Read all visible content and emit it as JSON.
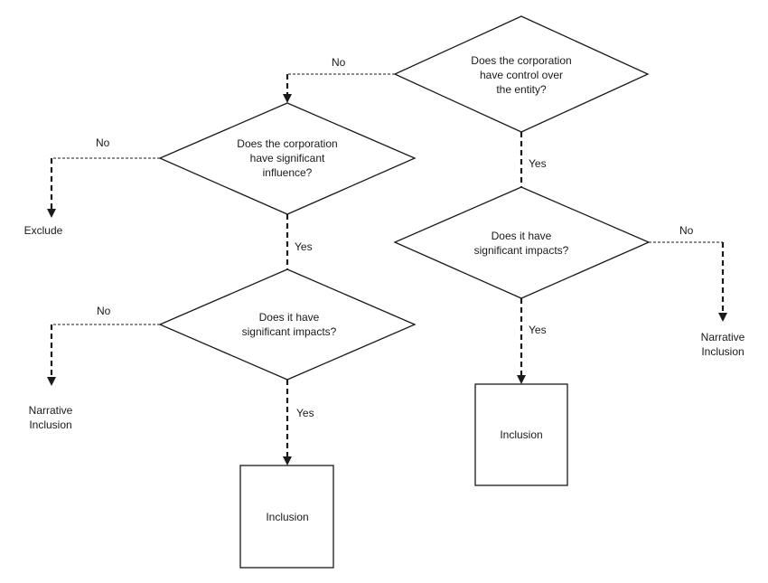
{
  "decisions": {
    "control": [
      "Does the corporation",
      "have control over",
      "the entity?"
    ],
    "influence": [
      "Does the corporation",
      "have significant",
      "influence?"
    ],
    "impacts_left": [
      "Does it have",
      "significant impacts?"
    ],
    "impacts_right": [
      "Does it have",
      "significant impacts?"
    ]
  },
  "outcomes": {
    "exclude": "Exclude",
    "narrative_left": [
      "Narrative",
      "Inclusion"
    ],
    "narrative_right": [
      "Narrative",
      "Inclusion"
    ],
    "inclusion_left": "Inclusion",
    "inclusion_right": "Inclusion"
  },
  "edge_labels": {
    "control_no": "No",
    "control_yes": "Yes",
    "influence_no": "No",
    "influence_yes": "Yes",
    "impacts_left_no": "No",
    "impacts_left_yes": "Yes",
    "impacts_right_no": "No",
    "impacts_right_yes": "Yes"
  }
}
